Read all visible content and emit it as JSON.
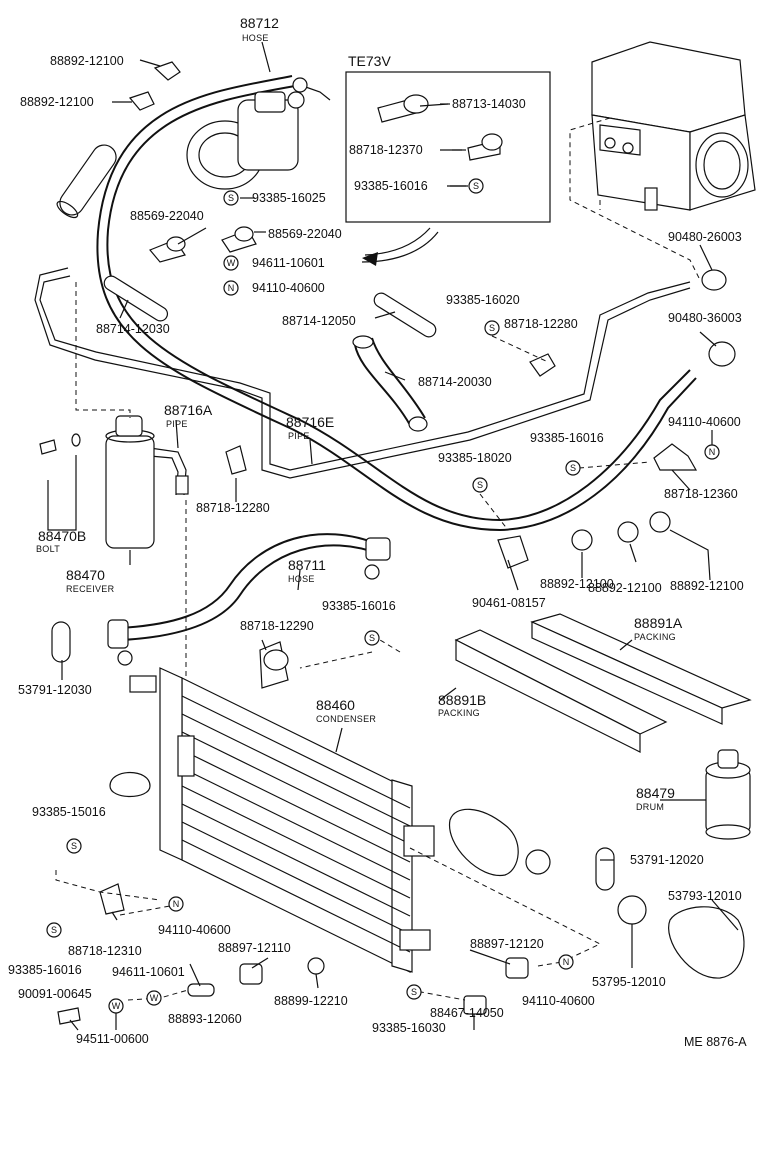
{
  "diagram_code": "ME 8876-A",
  "inset_title": "TE73V",
  "symbols": {
    "s": "S",
    "w": "W",
    "n": "N"
  },
  "captions": {
    "hose": "HOSE",
    "pipe": "PIPE",
    "bolt": "BOLT",
    "receiver": "RECEIVER",
    "condenser": "CONDENSER",
    "packing": "PACKING",
    "drum": "DRUM"
  },
  "parts": {
    "p88712": "88712",
    "p88892_12100": "88892-12100",
    "p88713_14030": "88713-14030",
    "p88718_12370": "88718-12370",
    "p93385_16016": "93385-16016",
    "p93385_16025": "93385-16025",
    "p88569_22040": "88569-22040",
    "p94611_10601": "94611-10601",
    "p94110_40600": "94110-40600",
    "p90480_26003": "90480-26003",
    "p90480_36003": "90480-36003",
    "p93385_16020": "93385-16020",
    "p88718_12280": "88718-12280",
    "p88714_12030": "88714-12030",
    "p88714_12050": "88714-12050",
    "p88714_20030": "88714-20030",
    "p88716A": "88716A",
    "p88716E": "88716E",
    "p93385_18020": "93385-18020",
    "p88718_12360": "88718-12360",
    "p88470B": "88470B",
    "p88470": "88470",
    "p88711": "88711",
    "p90461_08157": "90461-08157",
    "p53791_12030": "53791-12030",
    "p88718_12290": "88718-12290",
    "p88891A": "88891A",
    "p88891B": "88891B",
    "p88460": "88460",
    "p88479": "88479",
    "p93385_15016": "93385-15016",
    "p53791_12020": "53791-12020",
    "p53793_12010": "53793-12010",
    "p88718_12310": "88718-12310",
    "p88897_12110": "88897-12110",
    "p88897_12120": "88897-12120",
    "p88899_12210": "88899-12210",
    "p90091_00645": "90091-00645",
    "p88893_12060": "88893-12060",
    "p94511_00600": "94511-00600",
    "p88467_14050": "88467-14050",
    "p93385_16030": "93385-16030",
    "p53795_12010": "53795-12010"
  }
}
